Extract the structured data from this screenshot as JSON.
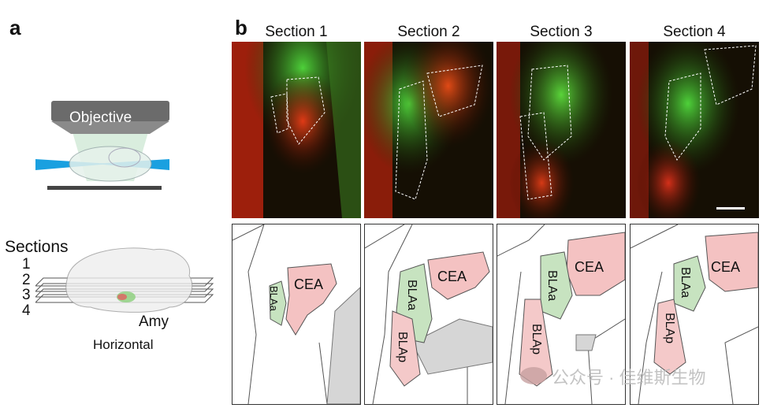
{
  "panel_a": {
    "letter": "a",
    "objective_label": "Objective",
    "sections_title": "Sections",
    "section_numbers": [
      "1",
      "2",
      "3",
      "4"
    ],
    "amy_label": "Amy",
    "orientation_label": "Horizontal"
  },
  "panel_b": {
    "letter": "b",
    "section_titles": [
      "Section 1",
      "Section 2",
      "Section 3",
      "Section 4"
    ],
    "atlas_labels": [
      {
        "cea": "CEA",
        "blaa": "BLAa",
        "blap": ""
      },
      {
        "cea": "CEA",
        "blaa": "BLAa",
        "blap": "BLAp"
      },
      {
        "cea": "CEA",
        "blaa": "BLAa",
        "blap": "BLAp"
      },
      {
        "cea": "CEA",
        "blaa": "BLAa",
        "blap": "BLAp"
      }
    ]
  },
  "watermark": "公众号 · 佳维斯生物",
  "colors": {
    "cea_fill": "#f4c2c2",
    "blaa_fill": "#c7e3c0",
    "blap_fill": "#f4c9c9",
    "tract_fill": "#d6d6d6",
    "laser_blue": "#1aa0e0",
    "objective_gray": "#6b6b6b"
  }
}
